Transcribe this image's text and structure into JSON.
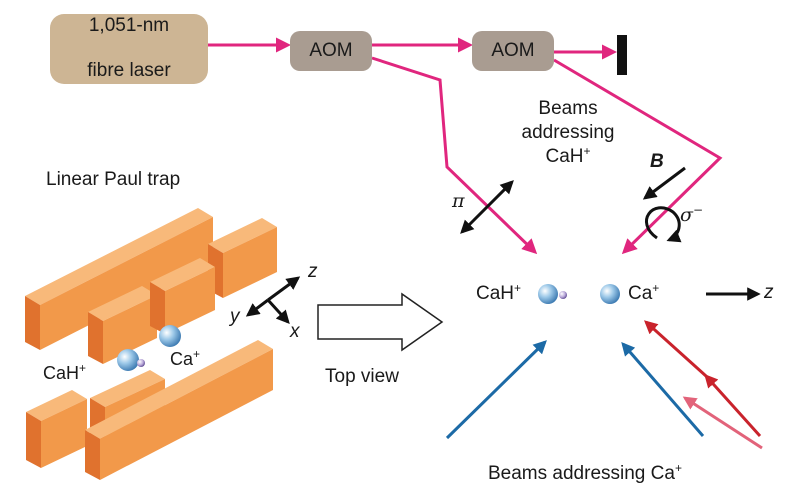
{
  "laser_box": {
    "line1": "1,051-nm",
    "line2": "fibre laser"
  },
  "aom_1": {
    "label": "AOM"
  },
  "aom_2": {
    "label": "AOM"
  },
  "beams_cah": {
    "line1": "Beams",
    "line2": "addressing",
    "line3": "CaH",
    "line3_sup": "+"
  },
  "trap_title": "Linear Paul trap",
  "trap_labels": {
    "cah": "CaH",
    "cah_sup": "+",
    "ca": "Ca",
    "ca_sup": "+"
  },
  "axes": {
    "z": "z",
    "y": "y",
    "x": "x"
  },
  "polarization": {
    "pi": "π",
    "b_field": "B",
    "sigma": "σ",
    "sigma_sup": "−"
  },
  "top_view": "Top view",
  "ions_right": {
    "cah": "CaH",
    "cah_sup": "+",
    "ca": "Ca",
    "ca_sup": "+"
  },
  "z_right": "z",
  "beams_ca": {
    "label": "Beams addressing Ca",
    "sup": "+"
  },
  "colors": {
    "magenta_beam": "#e0267e",
    "blue_beam": "#1c6aa6",
    "red_beam": "#c9232c",
    "pink_beam": "#e2637a",
    "laser_box": "#cdb594",
    "aom_box": "#a99c91",
    "electrode": "#f2994a"
  }
}
